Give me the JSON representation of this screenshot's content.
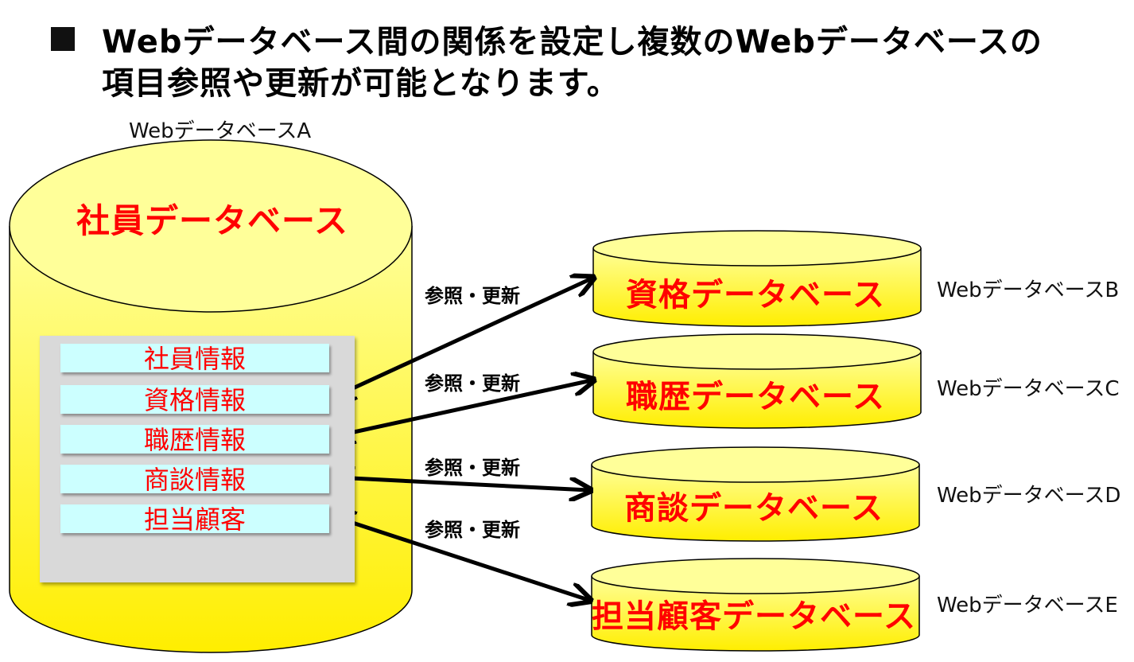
{
  "heading": {
    "line1": "Webデータベース間の関係を設定し複数のWebデータベースの",
    "line2": "項目参照や更新が可能となります。"
  },
  "main_db": {
    "caption": "WebデータベースA",
    "title": "社員データベース",
    "fields": [
      "社員情報",
      "資格情報",
      "職歴情報",
      "商談情報",
      "担当顧客"
    ]
  },
  "related_dbs": [
    {
      "title": "資格データベース",
      "caption": "WebデータベースB"
    },
    {
      "title": "職歴データベース",
      "caption": "WebデータベースC"
    },
    {
      "title": "商談データベース",
      "caption": "WebデータベースD"
    },
    {
      "title": "担当顧客データベース",
      "caption": "WebデータベースE"
    }
  ],
  "links": [
    "参照・更新",
    "参照・更新",
    "参照・更新",
    "参照・更新"
  ],
  "colors": {
    "cylinder_fill": "#ffff99",
    "cylinder_gradient_end": "#ffee00",
    "title_text": "#ff0000",
    "field_fill": "#ccffff",
    "panel_fill": "#d9d9d9"
  }
}
